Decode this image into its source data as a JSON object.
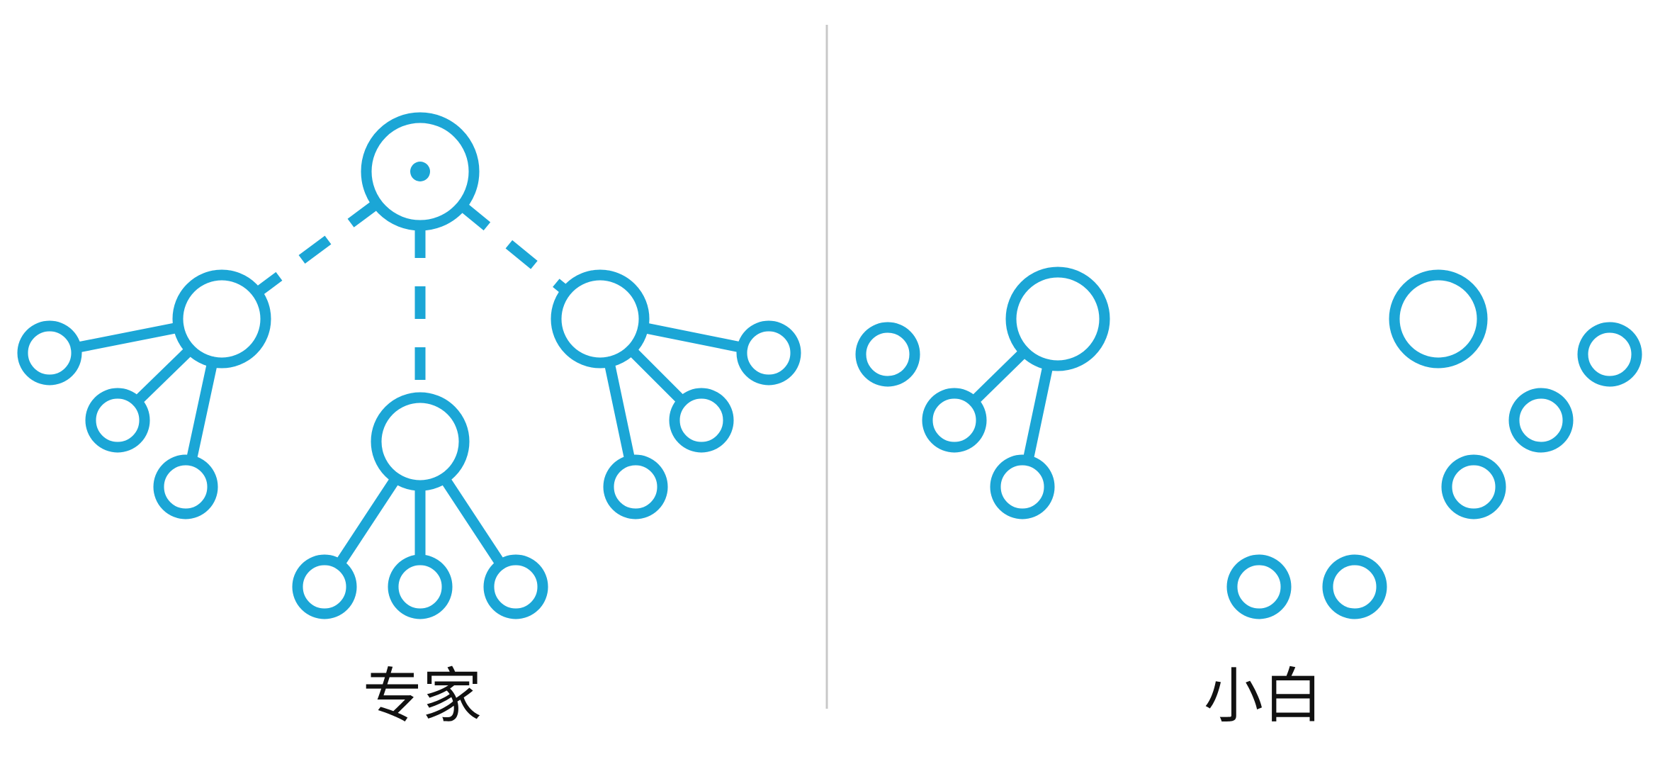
{
  "colors": {
    "node": "#1ba6d6",
    "divider": "#c8c8c8",
    "text": "#111111",
    "background": "#ffffff"
  },
  "panels": [
    {
      "id": "expert",
      "label": "专家",
      "structure": "connected-hierarchy",
      "root_center_dot": true
    },
    {
      "id": "novice",
      "label": "小白",
      "structure": "scattered-fragments",
      "root_center_dot": false
    }
  ]
}
